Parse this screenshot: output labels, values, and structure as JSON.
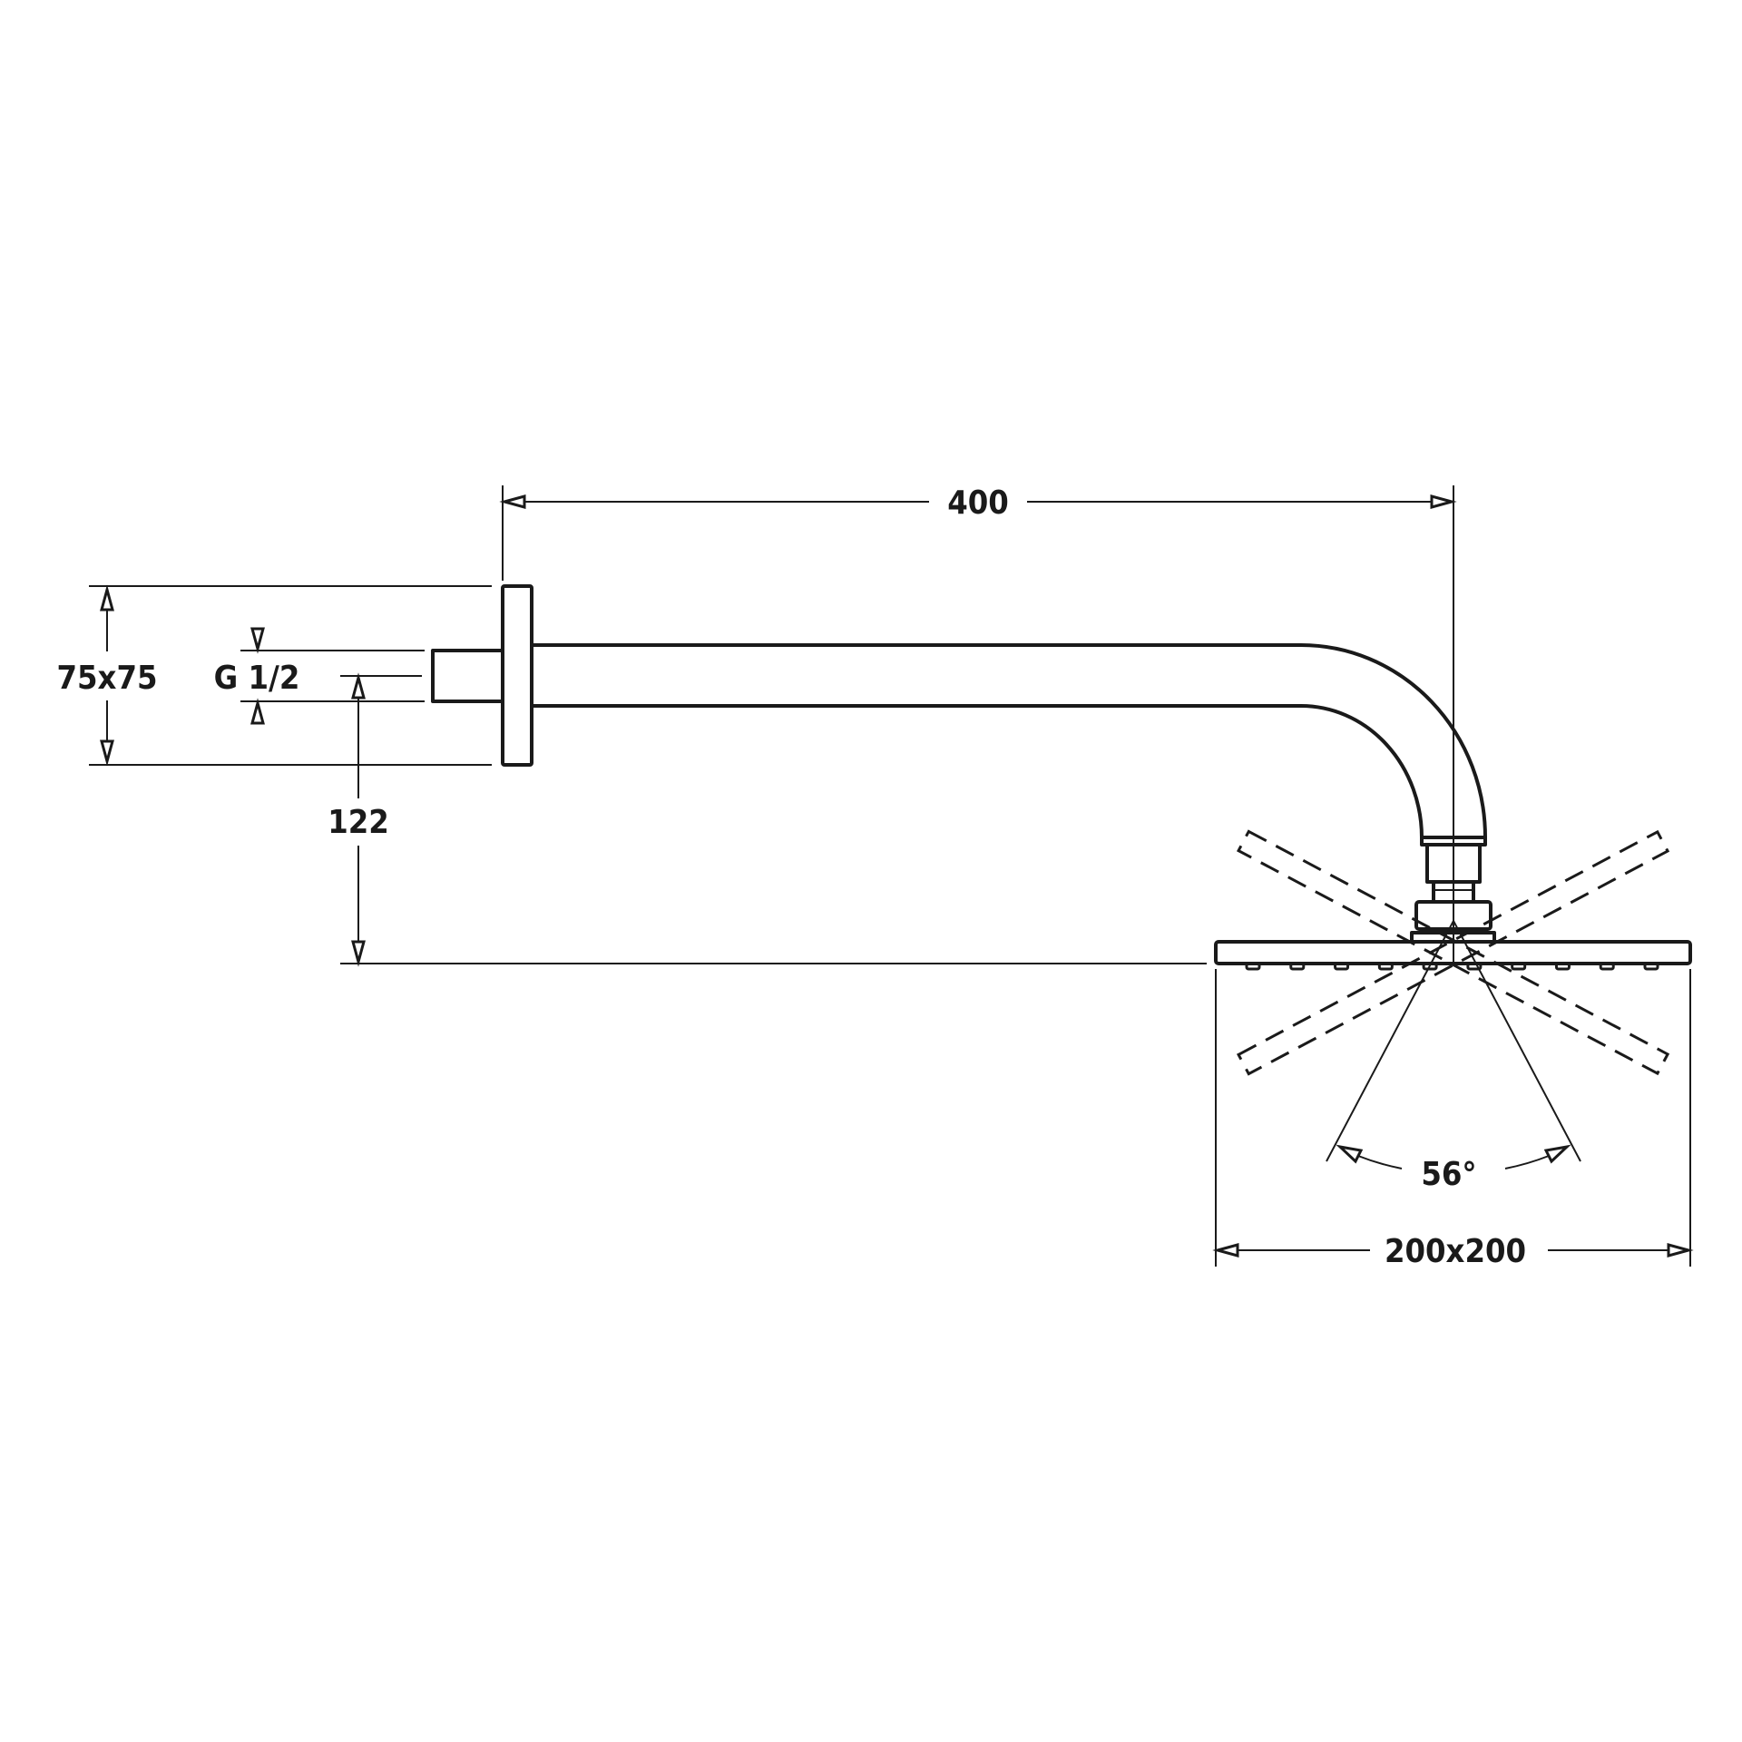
{
  "drawing": {
    "dimensions": {
      "arm_length": "400",
      "flange_size": "75x75",
      "thread": "G 1/2",
      "drop_height": "122",
      "spray_angle": "56°",
      "head_size": "200x200"
    },
    "line_color": "#1a1a1a",
    "background": "#ffffff",
    "nozzle_count": 10,
    "tilt_angle_deg": 28
  }
}
